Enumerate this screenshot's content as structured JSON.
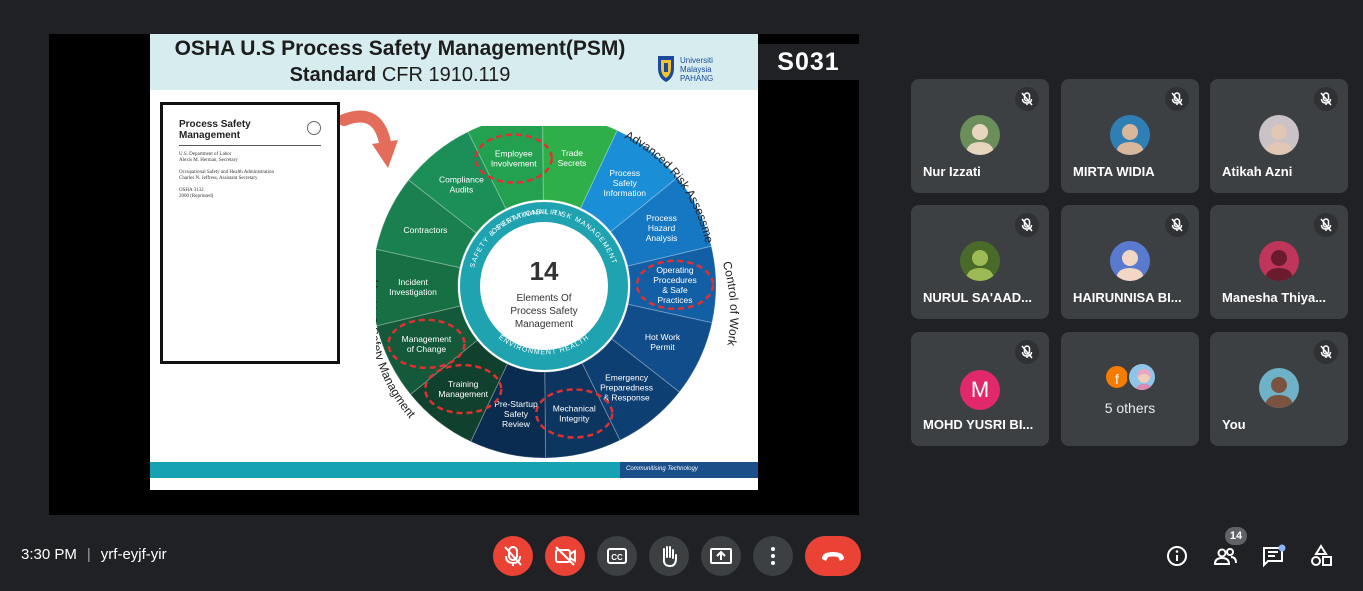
{
  "presentation": {
    "title_line1": "OSHA U.S Process Safety Management(PSM)",
    "title_line2_bold": "Standard",
    "title_line2_rest": " CFR 1910.119",
    "logo_text": "Universiti\nMalaysia\nPAHANG",
    "footer_text": "Communitising Technology",
    "doc_title": "Process Safety Management",
    "doc_text": "U.S. Department of Labor\nAlexis M. Herman, Secretary\n\nOccupational Safety and Health Administration\nCharles N. Jeffress, Assistant Secretary\n\nOSHA 3132\n2000 (Reprinted)",
    "center_number": "14",
    "center_text": "Elements Of\nProcess Safety\nManagement",
    "ring_top": "OPERATIONAL RISK MANAGEMENT",
    "ring_left": "SAFETY & SUSTAINABILITY",
    "ring_bottom": "ENVIRONMENT HEALTH",
    "arc_label_top": "Advanced Risk Assessment",
    "arc_label_right": "Control of Work",
    "arc_label_left": "Health & Safety Managment",
    "elements": [
      "Trade Secrets",
      "Process Safety Information",
      "Process Hazard Analysis",
      "Operating Procedures & Safe Practices",
      "Hot Work Permit",
      "Emergency Preparedness & Response",
      "Mechanical Integrity",
      "Pre-Startup Safety Review",
      "Training Management",
      "Management of Change",
      "Incident Investigation",
      "Contractors",
      "Compliance Audits",
      "Employee Involvement"
    ]
  },
  "presenter_label": "S031",
  "participants": [
    {
      "name": "Nur Izzati"
    },
    {
      "name": "MIRTA WIDIA"
    },
    {
      "name": "Atikah Azni"
    },
    {
      "name": "NURUL SA'AAD..."
    },
    {
      "name": "HAIRUNNISA BI..."
    },
    {
      "name": "Manesha Thiya..."
    },
    {
      "name": "MOHD YUSRI BI...",
      "initial": "M"
    },
    {
      "name": "5 others",
      "initial": "f"
    },
    {
      "name": "You"
    }
  ],
  "meeting": {
    "time": "3:30 PM",
    "code": "yrf-eyjf-yir",
    "participant_count": "14"
  },
  "colors": {
    "background": "#202124",
    "tile": "#3c4043",
    "danger": "#ea4335"
  }
}
